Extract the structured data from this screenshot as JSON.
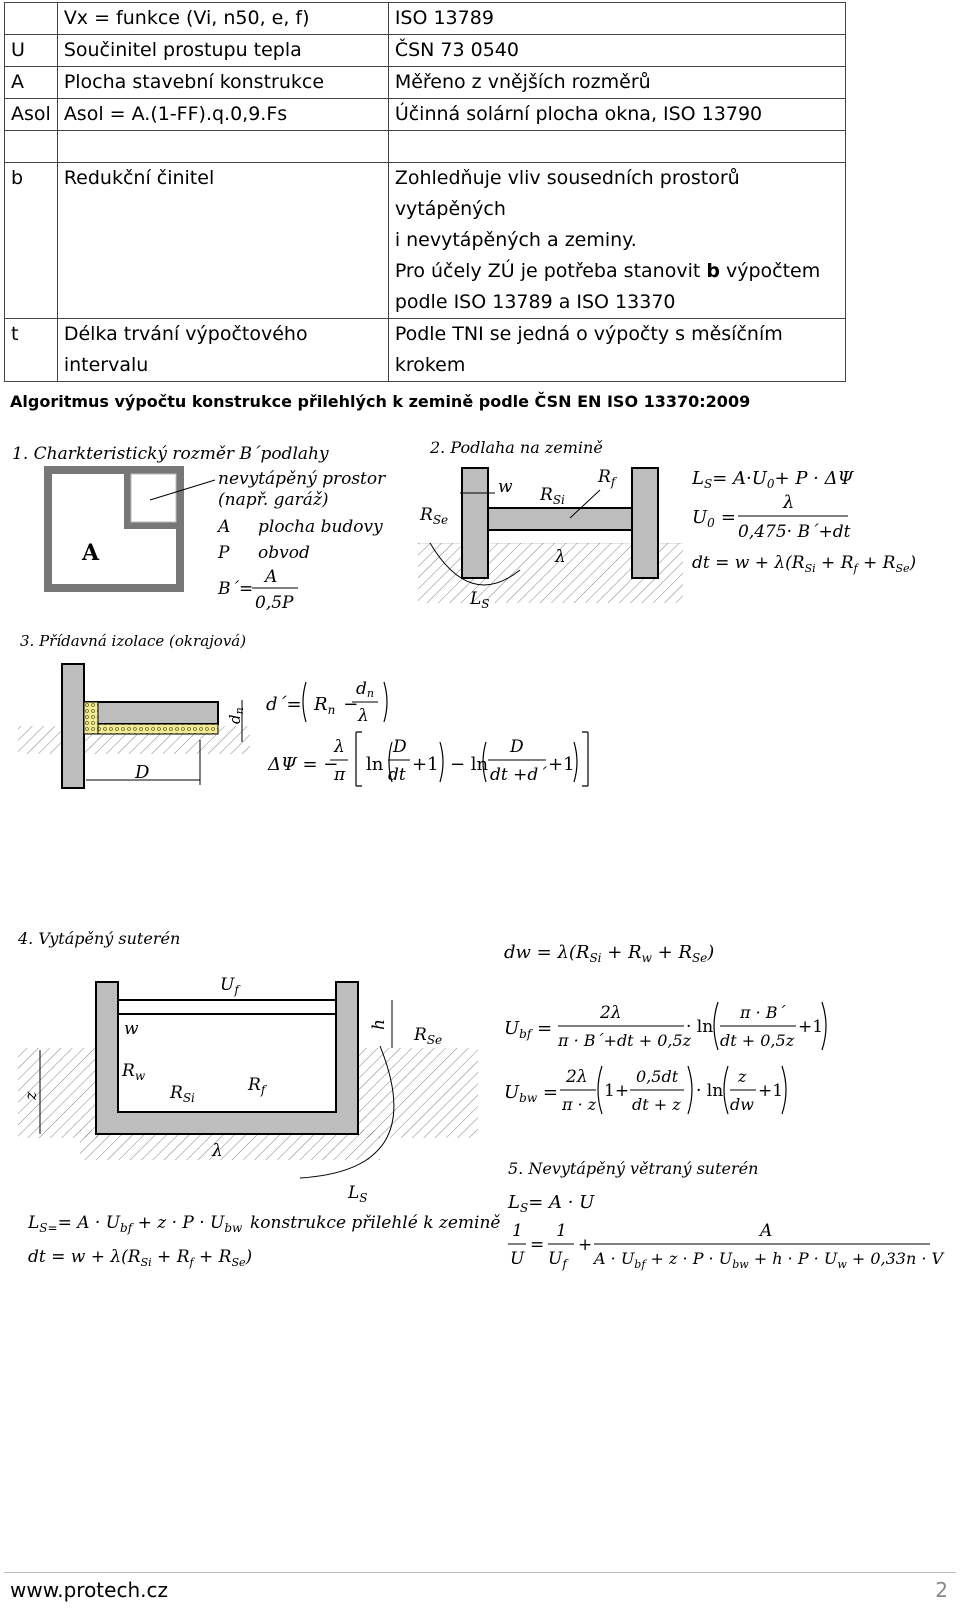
{
  "table": {
    "rows": [
      {
        "sym": "",
        "name": "Vx  = funkce (Vi, n50, e, f)",
        "note": [
          "ISO 13789"
        ]
      },
      {
        "sym": "U",
        "name": "Součinitel prostupu tepla",
        "note": [
          "ČSN 73 0540"
        ]
      },
      {
        "sym": "A",
        "name": "Plocha stavební konstrukce",
        "note": [
          "Měřeno z vnějších rozměrů"
        ]
      },
      {
        "sym": "Asol",
        "name": "Asol = A.(1-FF).q.0,9.Fs",
        "note": [
          "Účinná solární plocha okna, ISO 13790"
        ]
      },
      {
        "sym": "",
        "name": "",
        "note": [
          ""
        ]
      },
      {
        "sym": "b",
        "name": "Redukční činitel",
        "note": [
          "Zohledňuje vliv sousedních prostorů vytápěných",
          " i nevytápěných a zeminy.",
          "Pro účely ZÚ je potřeba stanovit ",
          " podle ISO 13789 a ISO 13370"
        ]
      },
      {
        "sym": "t",
        "name": "Délka trvání výpočtového intervalu",
        "note": [
          "Podle TNI se jedná o výpočty s měsíčním krokem"
        ]
      }
    ],
    "b_bold": "b",
    "b_after": " výpočtem"
  },
  "heading": "Algoritmus výpočtu konstrukce přilehlých k zemině podle ČSN EN ISO 13370:2009",
  "fig1": {
    "title": "1. Charkteristický rozměr B´podlahy",
    "big_a": "A",
    "l1": "nevytápěný prostor",
    "l2": "(např. garáž)",
    "l3a": "A",
    "l3b": "plocha budovy",
    "l4a": "P",
    "l4b": "obvod",
    "l5": "B´=",
    "l5num": "A",
    "l5den": "0,5P"
  },
  "fig2": {
    "title": "2. Podlaha na zemině",
    "w": "w",
    "rsi": "R",
    "rsi_sub": "Si",
    "rf": "R",
    "rf_sub": "f",
    "rse": "R",
    "rse_sub": "Se",
    "lam": "λ",
    "ls": "L",
    "ls_sub": "S",
    "eq1": "L",
    "eq1_sub": "S",
    "eq1_rest": "= A·U",
    "eq1_sub2": "0",
    "eq1_end": "+ P · ΔΨ",
    "eq2": "U",
    "eq2_sub": "0",
    "eq2_eq": "=",
    "eq2_num": "λ",
    "eq2_den": "0,475· B´+dt",
    "eq3": "dt = w + λ(R",
    "eq3_s1": "Si",
    "eq3_m": " + R",
    "eq3_s2": "f",
    "eq3_m2": " + R",
    "eq3_s3": "Se",
    "eq3_end": ")"
  },
  "fig3": {
    "title": "3. Přídavná izolace (okrajová)",
    "d": "D",
    "dn": "d",
    "dn_sub": "n",
    "f1a": "d´=",
    "f1b": "R",
    "f1b_sub": "n",
    "f1c": "−",
    "f1num": "d",
    "f1num_sub": "n",
    "f1den": "λ",
    "f2a": "ΔΨ = −",
    "f2num": "λ",
    "f2den": "π",
    "f2ln": "ln",
    "f2n1": "D",
    "f2d1": "dt",
    "f2p": "+1",
    "f2minus": "− ln",
    "f2n2": "D",
    "f2d2": "dt +d´",
    "f2p2": "+1"
  },
  "fig4": {
    "title": "4. Vytápěný suterén",
    "uf": "U",
    "uf_sub": "f",
    "w": "w",
    "h": "h",
    "rse": "R",
    "rse_sub": "Se",
    "rw": "R",
    "rw_sub": "w",
    "rsi": "R",
    "rsi_sub": "Si",
    "rf": "R",
    "rf_sub": "f",
    "z": "z",
    "lam": "λ",
    "ls": "L",
    "ls_sub": "S",
    "eq1": "dw = λ(R",
    "eq1_s1": "Si",
    "eq1_m": " + R",
    "eq1_s2": "w",
    "eq1_m2": " + R",
    "eq1_s3": "Se",
    "eq1_end": ")",
    "eq2": "U",
    "eq2_sub": "bf",
    "eq2_num": "2λ",
    "eq2_den": "π · B´+dt + 0,5z",
    "eq2_ln": "· ln",
    "eq2_num2": "π · B´",
    "eq2_den2": "dt + 0,5z",
    "eq2_p": "+1",
    "eq3": "U",
    "eq3_sub": "bw",
    "eq3_num": "2λ",
    "eq3_den": "π · z",
    "eq3_b": "1+",
    "eq3_num2": "0,5dt",
    "eq3_den2": "dt + z",
    "eq3_ln": "· ln",
    "eq3_num3": "z",
    "eq3_den3": "dw",
    "eq3_p": "+1",
    "eq4": "L",
    "eq4_sub": "S=",
    "eq4_rest": "= A · U",
    "eq4_s1": "bf",
    "eq4_m": " + z · P · U",
    "eq4_s2": "bw",
    "eq4_note": "konstrukce přilehlé k zemině",
    "eq5": "dt = w + λ(R",
    "eq5_s1": "Si",
    "eq5_m": " + R",
    "eq5_s2": "f",
    "eq5_m2": " + R",
    "eq5_s3": "Se",
    "eq5_end": ")"
  },
  "fig5": {
    "title": "5. Nevytápěný větraný suterén",
    "eq1": "L",
    "eq1_sub": "S",
    "eq1_rest": "= A · U",
    "eq2_num": "1",
    "eq2_den": "U",
    "eq2_eq": "=",
    "eq2_num2": "1",
    "eq2_den2": "U",
    "eq2_den2_sub": "f",
    "eq2_plus": "+",
    "eq2_num3": "A",
    "eq2_den3": "A · U",
    "eq2_den3_s1": "bf",
    "eq2_den3_m": " + z · P · U",
    "eq2_den3_s2": "bw",
    "eq2_den3_m2": " + h · P · U",
    "eq2_den3_s3": "w",
    "eq2_den3_end": " + 0,33n · V"
  },
  "footer": {
    "site": "www.protech.cz",
    "page": "2"
  }
}
